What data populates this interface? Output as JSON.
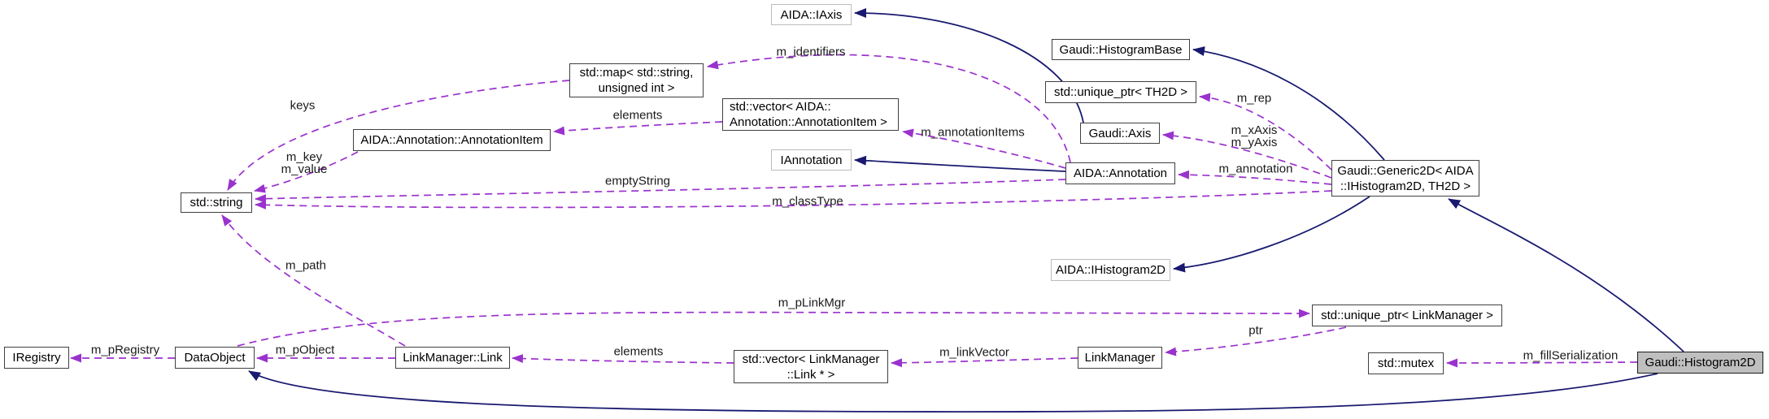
{
  "diagram": {
    "kind": "collaboration-graph",
    "main_class": "Gaudi::Histogram2D"
  },
  "colors": {
    "usage_edge": "#9A32CD",
    "inheritance_edge": "#191970",
    "node_border": "#404040",
    "external_node_border": "#BCBCBC",
    "node_fill": "#FFFFFF",
    "main_node_fill": "#BFBFBF",
    "background": "#FFFFFF"
  },
  "nodes": [
    {
      "id": "iaxis",
      "label": "AIDA::IAxis",
      "style": "external"
    },
    {
      "id": "histogram_base",
      "label": "Gaudi::HistogramBase",
      "style": "normal"
    },
    {
      "id": "map_string_uint",
      "label": "std::map< std::string,\nunsigned int >",
      "style": "normal"
    },
    {
      "id": "unique_ptr_th2d",
      "label": "std::unique_ptr< TH2D >",
      "style": "normal"
    },
    {
      "id": "vector_annotation_item",
      "label": "std::vector< AIDA::\nAnnotation::AnnotationItem >",
      "style": "normal"
    },
    {
      "id": "gaudi_axis",
      "label": "Gaudi::Axis",
      "style": "normal"
    },
    {
      "id": "annotation_item",
      "label": "AIDA::Annotation::AnnotationItem",
      "style": "normal"
    },
    {
      "id": "iannotation",
      "label": "IAnnotation",
      "style": "external"
    },
    {
      "id": "aida_annotation",
      "label": "AIDA::Annotation",
      "style": "normal"
    },
    {
      "id": "generic2d",
      "label": "Gaudi::Generic2D< AIDA\n::IHistogram2D, TH2D >",
      "style": "normal"
    },
    {
      "id": "std_string",
      "label": "std::string",
      "style": "normal"
    },
    {
      "id": "ihistogram2d",
      "label": "AIDA::IHistogram2D",
      "style": "external"
    },
    {
      "id": "unique_ptr_linkmanager",
      "label": "std::unique_ptr< LinkManager >",
      "style": "normal"
    },
    {
      "id": "iregistry",
      "label": "IRegistry",
      "style": "normal"
    },
    {
      "id": "dataobject",
      "label": "DataObject",
      "style": "normal"
    },
    {
      "id": "linkmanager_link",
      "label": "LinkManager::Link",
      "style": "normal"
    },
    {
      "id": "vector_link",
      "label": "std::vector< LinkManager\n::Link * >",
      "style": "normal"
    },
    {
      "id": "linkmanager",
      "label": "LinkManager",
      "style": "normal"
    },
    {
      "id": "std_mutex",
      "label": "std::mutex",
      "style": "normal"
    },
    {
      "id": "histogram2d",
      "label": "Gaudi::Histogram2D",
      "style": "main"
    }
  ],
  "edges": [
    {
      "from": "map_string_uint",
      "to": "std_string",
      "label": "keys",
      "kind": "usage"
    },
    {
      "from": "annotation_item",
      "to": "std_string",
      "label": "m_key\nm_value",
      "kind": "usage"
    },
    {
      "from": "vector_annotation_item",
      "to": "annotation_item",
      "label": "elements",
      "kind": "usage"
    },
    {
      "from": "aida_annotation",
      "to": "vector_annotation_item",
      "label": "m_annotationItems",
      "kind": "usage"
    },
    {
      "from": "aida_annotation",
      "to": "map_string_uint",
      "label": "m_identifiers",
      "kind": "usage"
    },
    {
      "from": "generic2d",
      "to": "unique_ptr_th2d",
      "label": "m_rep",
      "kind": "usage"
    },
    {
      "from": "generic2d",
      "to": "gaudi_axis",
      "label": "m_xAxis\nm_yAxis",
      "kind": "usage"
    },
    {
      "from": "generic2d",
      "to": "aida_annotation",
      "label": "m_annotation",
      "kind": "usage"
    },
    {
      "from": "aida_annotation",
      "to": "std_string",
      "label": "emptyString",
      "kind": "usage"
    },
    {
      "from": "generic2d",
      "to": "std_string",
      "label": "m_classType",
      "kind": "usage"
    },
    {
      "from": "linkmanager_link",
      "to": "std_string",
      "label": "m_path",
      "kind": "usage"
    },
    {
      "from": "dataobject",
      "to": "iregistry",
      "label": "m_pRegistry",
      "kind": "usage"
    },
    {
      "from": "linkmanager_link",
      "to": "dataobject",
      "label": "m_pObject",
      "kind": "usage"
    },
    {
      "from": "vector_link",
      "to": "linkmanager_link",
      "label": "elements",
      "kind": "usage"
    },
    {
      "from": "linkmanager",
      "to": "vector_link",
      "label": "m_linkVector",
      "kind": "usage"
    },
    {
      "from": "dataobject",
      "to": "unique_ptr_linkmanager",
      "label": "m_pLinkMgr",
      "kind": "usage"
    },
    {
      "from": "unique_ptr_linkmanager",
      "to": "linkmanager",
      "label": "ptr",
      "kind": "usage"
    },
    {
      "from": "histogram2d",
      "to": "std_mutex",
      "label": "m_fillSerialization",
      "kind": "usage"
    },
    {
      "from": "gaudi_axis",
      "to": "iaxis",
      "label": "",
      "kind": "inheritance"
    },
    {
      "from": "generic2d",
      "to": "histogram_base",
      "label": "",
      "kind": "inheritance"
    },
    {
      "from": "aida_annotation",
      "to": "iannotation",
      "label": "",
      "kind": "inheritance"
    },
    {
      "from": "generic2d",
      "to": "ihistogram2d",
      "label": "",
      "kind": "inheritance"
    },
    {
      "from": "histogram2d",
      "to": "generic2d",
      "label": "",
      "kind": "inheritance"
    },
    {
      "from": "histogram2d",
      "to": "dataobject",
      "label": "",
      "kind": "inheritance"
    }
  ]
}
